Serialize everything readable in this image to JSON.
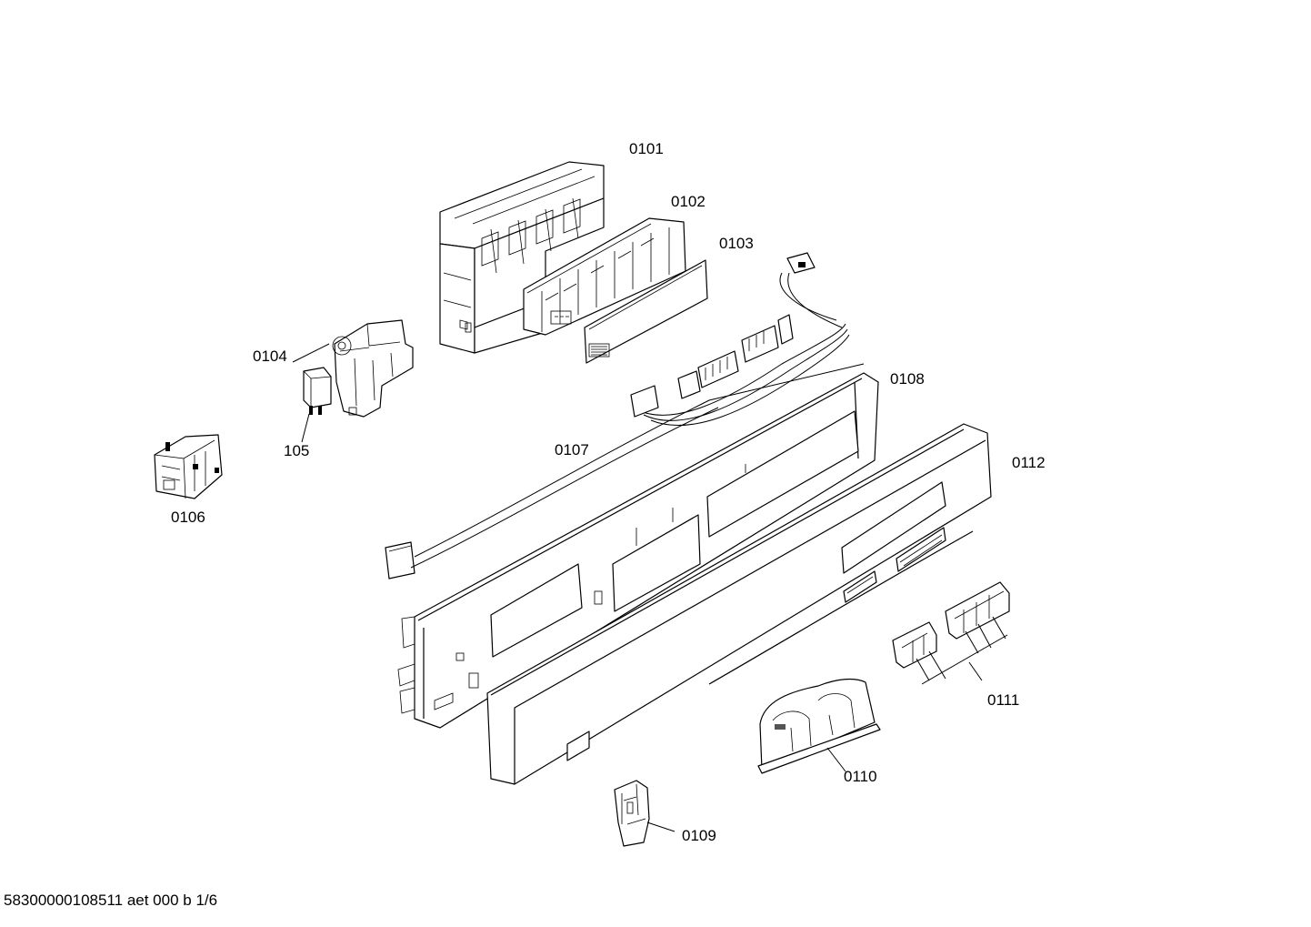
{
  "parts": [
    {
      "id": "0101",
      "label": "0101"
    },
    {
      "id": "0102",
      "label": "0102"
    },
    {
      "id": "0103",
      "label": "0103"
    },
    {
      "id": "0104",
      "label": "0104"
    },
    {
      "id": "105",
      "label": "105"
    },
    {
      "id": "0106",
      "label": "0106"
    },
    {
      "id": "0107",
      "label": "0107"
    },
    {
      "id": "0108",
      "label": "0108"
    },
    {
      "id": "0109",
      "label": "0109"
    },
    {
      "id": "0110",
      "label": "0110"
    },
    {
      "id": "0111",
      "label": "0111"
    },
    {
      "id": "0112",
      "label": "0112"
    }
  ],
  "footer": {
    "document_number": "58300000108511 aet 000 b 1/6"
  }
}
